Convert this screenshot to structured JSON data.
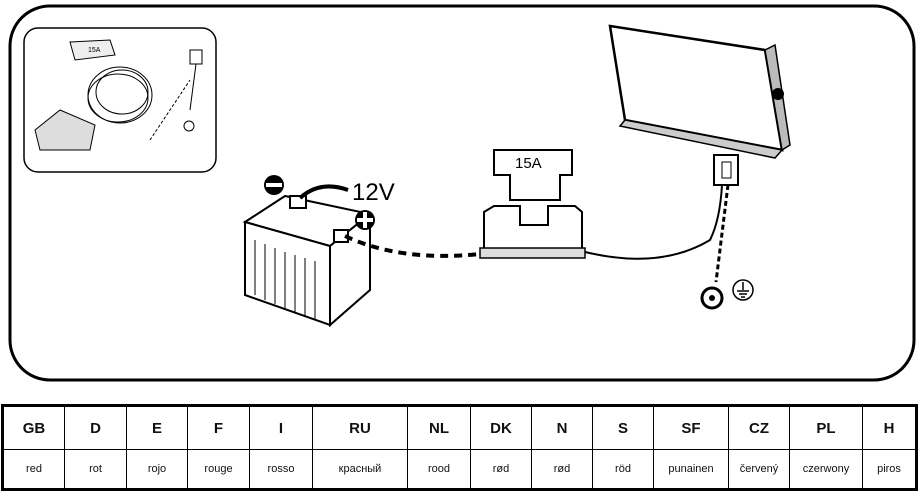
{
  "diagram": {
    "voltage_label": "12V",
    "fuse_label": "15A",
    "kit_fuse_label": "15A"
  },
  "table": {
    "headers": [
      "GB",
      "D",
      "E",
      "F",
      "I",
      "RU",
      "NL",
      "DK",
      "N",
      "S",
      "SF",
      "CZ",
      "PL",
      "H"
    ],
    "values": [
      "red",
      "rot",
      "rojo",
      "rouge",
      "rosso",
      "красный",
      "rood",
      "rød",
      "rød",
      "röd",
      "punainen",
      "červený",
      "czerwony",
      "piros"
    ]
  }
}
